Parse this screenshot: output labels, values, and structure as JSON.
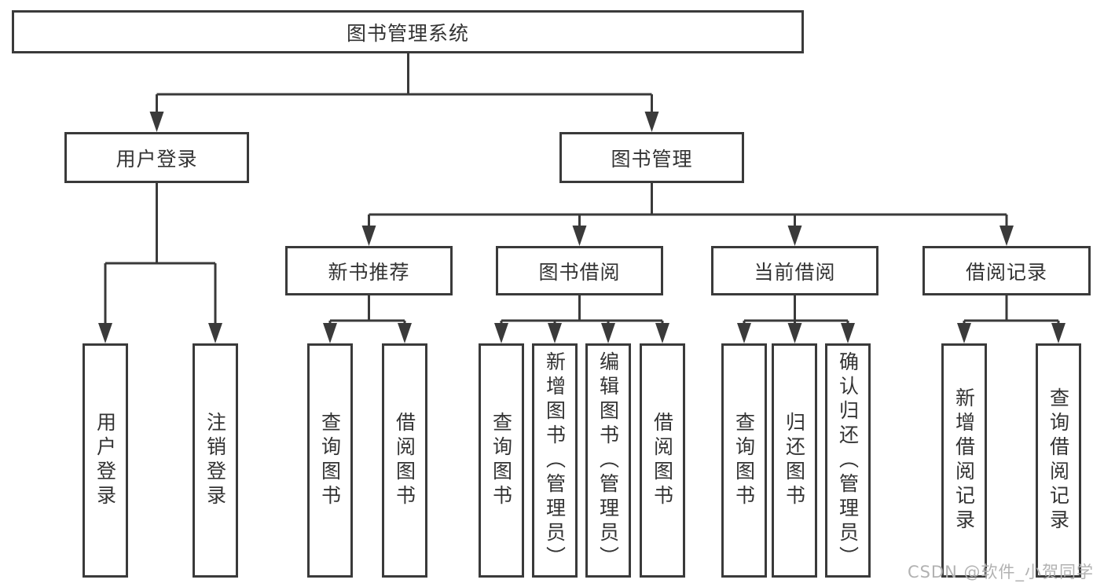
{
  "diagram": {
    "root": {
      "label": "图书管理系统",
      "children": [
        {
          "label": "用户登录",
          "children": [
            {
              "label": "用户登录"
            },
            {
              "label": "注销登录"
            }
          ]
        },
        {
          "label": "图书管理",
          "children": [
            {
              "label": "新书推荐",
              "children": [
                {
                  "label": "查询图书"
                },
                {
                  "label": "借阅图书"
                }
              ]
            },
            {
              "label": "图书借阅",
              "children": [
                {
                  "label": "查询图书"
                },
                {
                  "label": "新增图书（管理员）"
                },
                {
                  "label": "编辑图书（管理员）"
                },
                {
                  "label": "借阅图书"
                }
              ]
            },
            {
              "label": "当前借阅",
              "children": [
                {
                  "label": "查询图书"
                },
                {
                  "label": "归还图书"
                },
                {
                  "label": "确认归还（管理员）"
                }
              ]
            },
            {
              "label": "借阅记录",
              "children": [
                {
                  "label": "新增借阅记录"
                },
                {
                  "label": "查询借阅记录"
                }
              ]
            }
          ]
        }
      ]
    },
    "colors": {
      "line": "#3a3a3a",
      "box_border": "#3a3a3a",
      "box_fill": "#ffffff",
      "text": "#333333",
      "watermark": "#b2b2b2"
    }
  },
  "watermark": {
    "text": "CSDN @软件_小贺同学"
  }
}
